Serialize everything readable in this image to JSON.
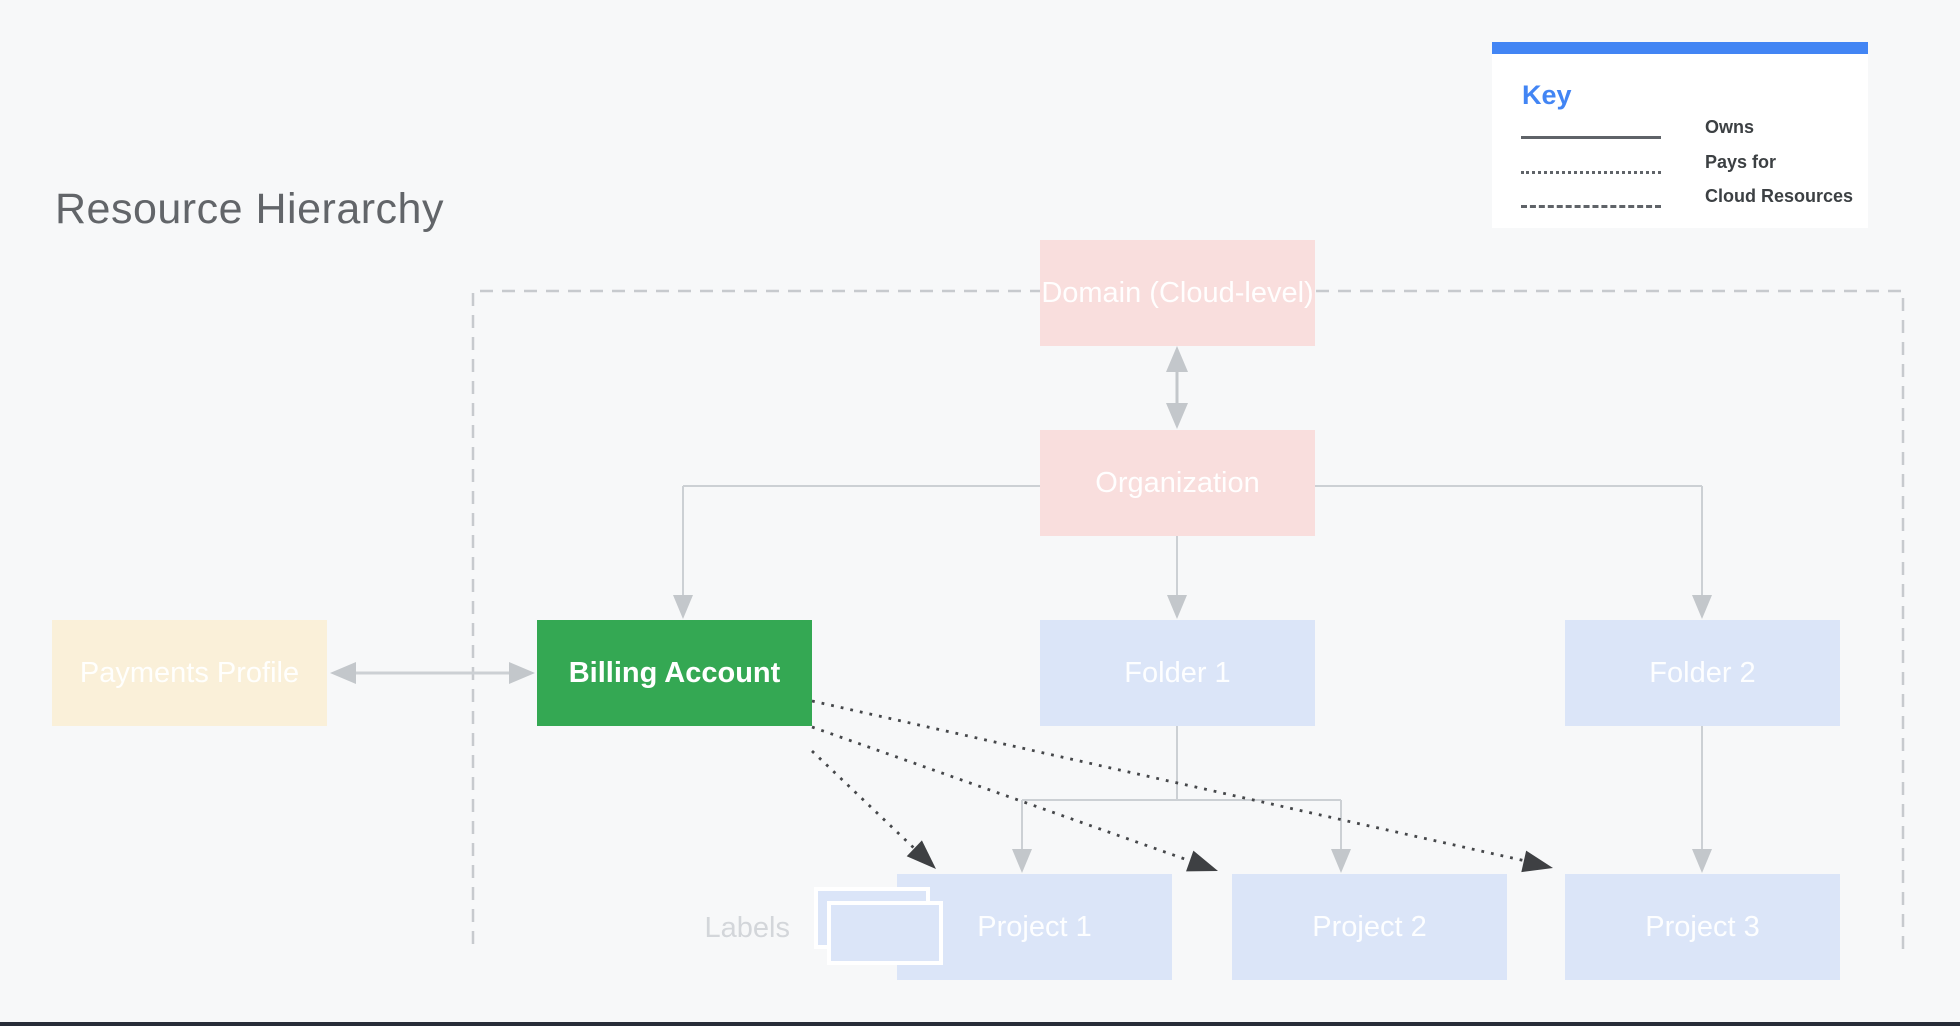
{
  "title": "Resource Hierarchy",
  "legend": {
    "title": "Key",
    "items": [
      {
        "label": "Owns",
        "line_style": "solid"
      },
      {
        "label": "Pays for",
        "line_style": "dotted"
      },
      {
        "label": "Cloud Resources",
        "line_style": "dashed"
      }
    ]
  },
  "nodes": {
    "domain": "Domain (Cloud-level)",
    "organization": "Organization",
    "payments_profile": "Payments Profile",
    "billing_account": "Billing Account",
    "folder_1": "Folder 1",
    "folder_2": "Folder 2",
    "project_1": "Project 1",
    "project_2": "Project 2",
    "project_3": "Project 3"
  },
  "annotations": {
    "labels": "Labels"
  },
  "edges": [
    {
      "from": "domain",
      "to": "organization",
      "type": "owns",
      "bidirectional": true
    },
    {
      "from": "organization",
      "to": "billing_account",
      "type": "owns"
    },
    {
      "from": "organization",
      "to": "folder_1",
      "type": "owns"
    },
    {
      "from": "organization",
      "to": "folder_2",
      "type": "owns"
    },
    {
      "from": "payments_profile",
      "to": "billing_account",
      "type": "owns",
      "bidirectional": true
    },
    {
      "from": "folder_1",
      "to": "project_1",
      "type": "owns"
    },
    {
      "from": "folder_1",
      "to": "project_2",
      "type": "owns"
    },
    {
      "from": "folder_2",
      "to": "project_3",
      "type": "owns"
    },
    {
      "from": "billing_account",
      "to": "project_1",
      "type": "pays_for"
    },
    {
      "from": "billing_account",
      "to": "project_2",
      "type": "pays_for"
    },
    {
      "from": "billing_account",
      "to": "project_3",
      "type": "pays_for"
    },
    {
      "boundary": "cloud_resources",
      "type": "cloud_resources"
    }
  ],
  "colors": {
    "background": "#f7f8f9",
    "accent_blue": "#4285f4",
    "node_pink": "#f9dedd",
    "node_blue": "#dbe5f8",
    "node_cream": "#faf0d9",
    "node_green": "#34a853",
    "title_gray": "#626569",
    "legend_text": "#3c4043",
    "connector_gray": "#ccd0d4",
    "dotted_dark": "#45474a"
  }
}
